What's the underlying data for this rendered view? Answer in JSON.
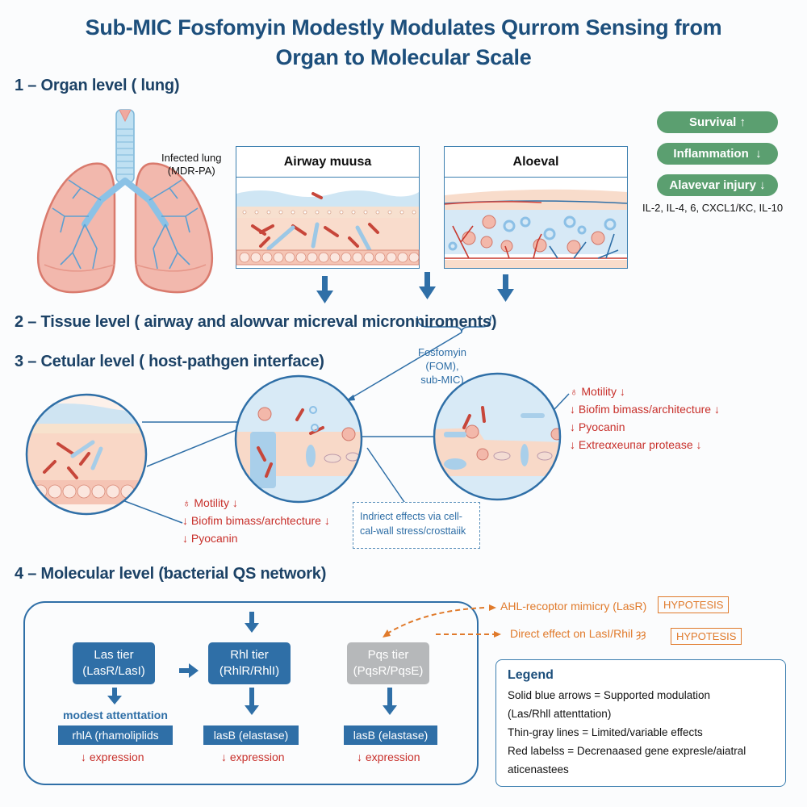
{
  "title": {
    "line1": "Sub-MIC Fosfomyin Modestly Modulates Qurrom Sensing from",
    "line2": "Organ to Molecular Scale"
  },
  "sections": {
    "organ": "1 – Organ level ( lung)",
    "tissue": "2 – Tissue level ( airway and  alowvar micreval micronniroments)",
    "cellular": "3 – Cetular level ( host-pathgen interface)",
    "molecular": "4 – Molecular level (ƅacterial QS network)"
  },
  "organ_level": {
    "lung_label_line1": "Infected lung",
    "lung_label_line2": "(MDR-PA)",
    "panels": [
      {
        "title": "Airway muusa"
      },
      {
        "title": "Aloeval"
      }
    ],
    "outcomes": [
      {
        "label": "Survival",
        "direction": "↑"
      },
      {
        "label": "Inflammation",
        "direction": "↓"
      },
      {
        "label": "Alavevar injury",
        "direction": "↓"
      }
    ],
    "cytokines": "IL-2, IL-4, 6, CXCL1/KC, IL-10",
    "accent_color": "#5b9f70"
  },
  "cellular_level": {
    "drug_label": [
      "Fosfomyin",
      "(FOM),",
      "sub-MIC)"
    ],
    "left_effects": [
      {
        "prefix": "♁",
        "text": "Motility ↓"
      },
      {
        "prefix": "↓",
        "text": "Biofim bimass/archtecture ↓"
      },
      {
        "prefix": "↓",
        "text": "Pyocanin"
      }
    ],
    "right_effects": [
      {
        "prefix": "♁",
        "text": "Motility ↓"
      },
      {
        "prefix": "↓",
        "text": "Biofim bimass/architecture ↓"
      },
      {
        "prefix": "↓",
        "text": "Pyocanin"
      },
      {
        "prefix": "↓",
        "text": "Extreαxeuпar protease ↓"
      }
    ],
    "indirect_box": [
      "Indriect effects via cell-",
      "cal-wall stress/crosttaiik"
    ]
  },
  "molecular_level": {
    "tiers": [
      {
        "name": "Las tier",
        "sub": "(LasR/LasI)",
        "status": "supported"
      },
      {
        "name": "Rhl tier",
        "sub": "(RhlR/RhlI)",
        "status": "supported"
      },
      {
        "name": "Pqs tier",
        "sub": "(PqsR/PqsE)",
        "status": "limited"
      }
    ],
    "las_note": "modest attenttation",
    "genes": [
      {
        "label": "rhlA (rhamoliplids",
        "effect": "↓ expression"
      },
      {
        "label": "lasB (elastase)",
        "effect": "↓ expression"
      },
      {
        "label": "lasB (elastase)",
        "effect": "↓ expression"
      }
    ],
    "hypotheses": [
      {
        "text": "AHL-recoptor mimicry (LasR)",
        "badge": "HYPOTESIS"
      },
      {
        "text": "Direct effect on LasI/Rhil ȝȝ",
        "badge": "HYPOTESIS"
      }
    ],
    "colors": {
      "supported": "#2f6fa7",
      "limited": "#b6b8ba",
      "hypothesis": "#e07a2b",
      "decrease": "#c8302b"
    }
  },
  "legend": {
    "title": "Legend",
    "lines": [
      "Solid blue arrows = Supported modulation",
      "(Las/Rhll attenttation)",
      "Thin-gray  lines = Limited/variable effects",
      "Red labelss = Decrenaased gene expresle/aiatral",
      "aticenastees"
    ]
  }
}
